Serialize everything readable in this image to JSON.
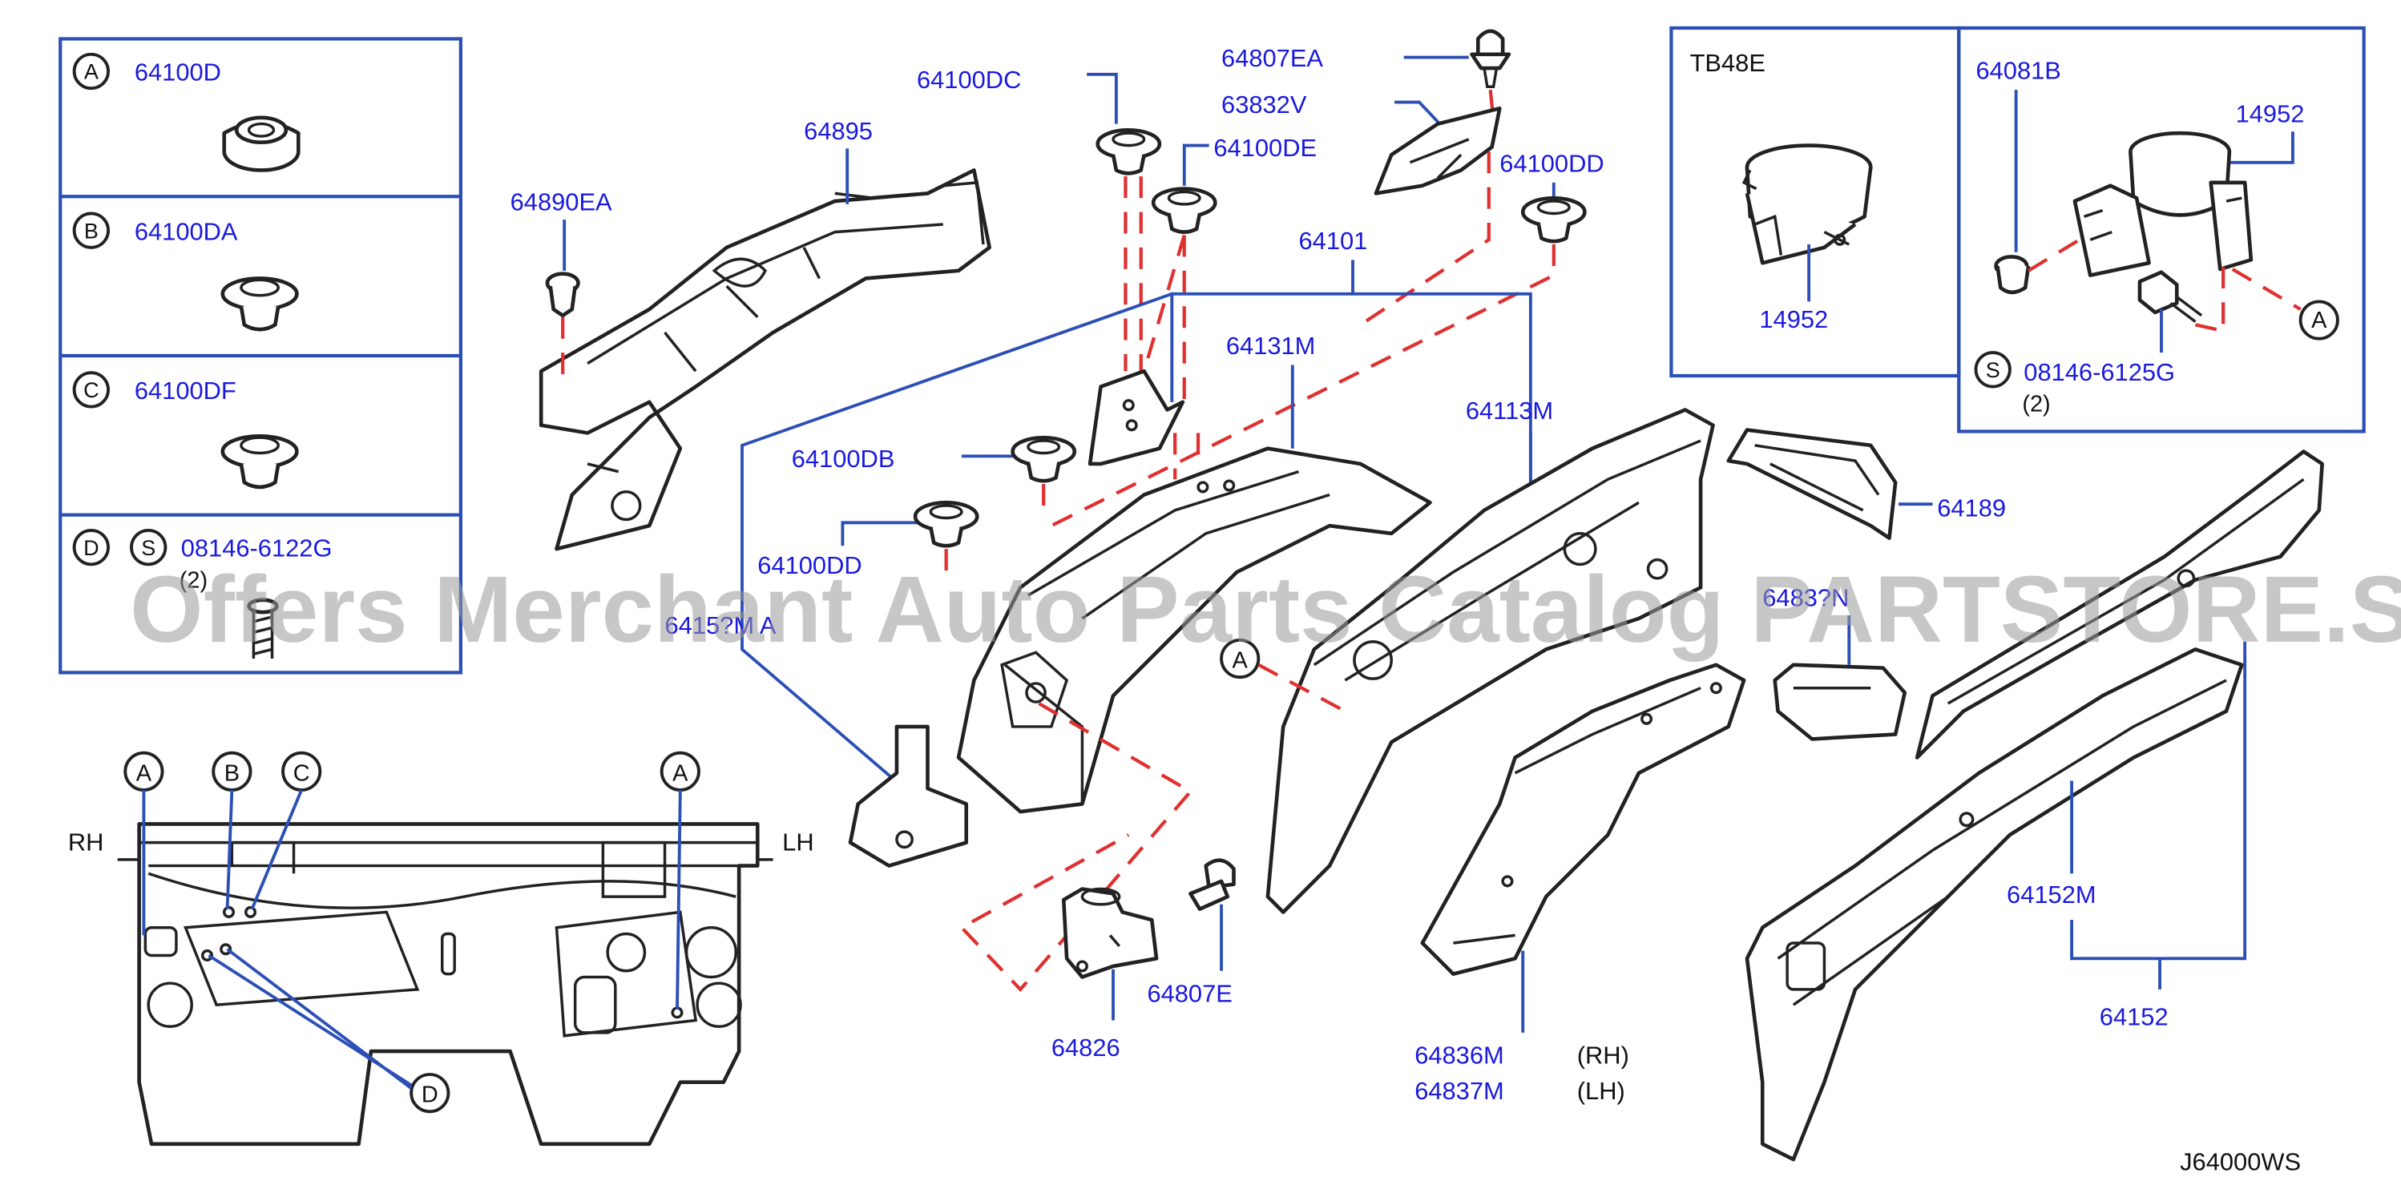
{
  "legend": {
    "rows": [
      {
        "letter": "A",
        "part": "64100D"
      },
      {
        "letter": "B",
        "part": "64100DA"
      },
      {
        "letter": "C",
        "part": "64100DF"
      },
      {
        "letter": "D",
        "screw_mark": "S",
        "part": "08146-6122G",
        "qty": "(2)"
      }
    ]
  },
  "tb48e": {
    "title": "TB48E",
    "left_part": "14952",
    "right_parts": {
      "bracket": "64081B",
      "band": "14952",
      "bolt": "08146-6125G",
      "bolt_mark": "S",
      "qty": "(2)",
      "callout": "A"
    }
  },
  "dash": {
    "rh": "RH",
    "lh": "LH",
    "callouts": {
      "a_left": "A",
      "b": "B",
      "c": "C",
      "a_right": "A",
      "d": "D"
    }
  },
  "parts": {
    "p64895": "64895",
    "p64890EA": "64890EA",
    "p64100DC": "64100DC",
    "p64100DE": "64100DE",
    "p64807EA": "64807EA",
    "p63832V": "63832V",
    "p64100DD_top": "64100DD",
    "p64101": "64101",
    "p64131M": "64131M",
    "p64113M": "64113M",
    "p64100DB": "64100DB",
    "p64100DD_left": "64100DD",
    "p64189": "64189",
    "p64152M_obscured": "6415?M A",
    "p6483xN_obscured": "6483?N",
    "callout_a_mid": "A",
    "p64826": "64826",
    "p64807E": "64807E",
    "p64836M": "64836M",
    "p64837M": "64837M",
    "rh": "(RH)",
    "lh": "(LH)",
    "p64152M": "64152M",
    "p64152": "64152"
  },
  "diagram_code": "J64000WS",
  "watermark": "Offers Merchant Auto Parts Catalog PARTSTORE.SA"
}
